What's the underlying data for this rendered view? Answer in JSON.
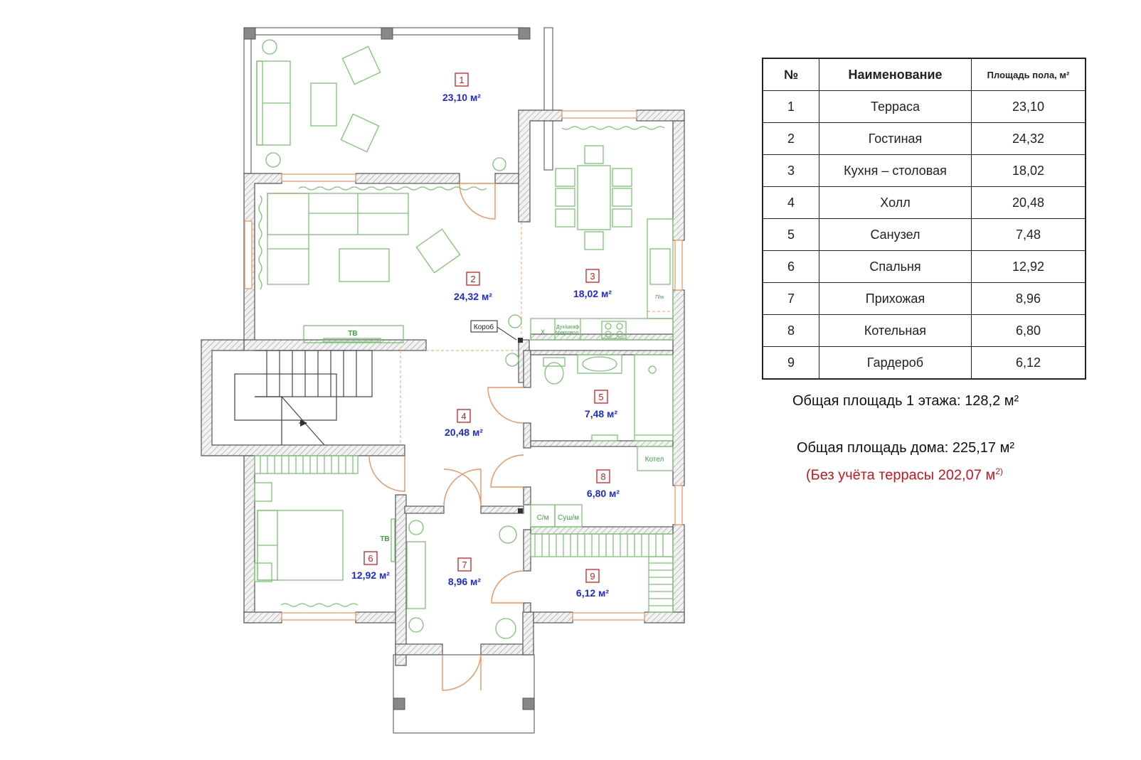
{
  "rooms": [
    {
      "number": "1",
      "area": "23,10 м²"
    },
    {
      "number": "2",
      "area": "24,32 м²"
    },
    {
      "number": "3",
      "area": "18,02 м²"
    },
    {
      "number": "4",
      "area": "20,48 м²"
    },
    {
      "number": "5",
      "area": "7,48 м²"
    },
    {
      "number": "6",
      "area": "12,92 м²"
    },
    {
      "number": "7",
      "area": "8,96 м²"
    },
    {
      "number": "8",
      "area": "6,80 м²"
    },
    {
      "number": "9",
      "area": "6,12 м²"
    }
  ],
  "plan_labels": {
    "tv_living": "ТВ",
    "tv_bedroom": "ТВ",
    "korob": "Короб",
    "kitchen_x": "Х",
    "kitchen_cabinet_line1": "Дух/шкаф",
    "kitchen_cabinet_line2": "Микровол.",
    "dishwasher": "П/м",
    "boiler": "Котел",
    "washer": "С/м",
    "dryer": "Суш/м"
  },
  "table": {
    "headers": [
      "№",
      "Наименование",
      "Площадь пола, м²"
    ],
    "rows": [
      [
        "1",
        "Терраса",
        "23,10"
      ],
      [
        "2",
        "Гостиная",
        "24,32"
      ],
      [
        "3",
        "Кухня – столовая",
        "18,02"
      ],
      [
        "4",
        "Холл",
        "20,48"
      ],
      [
        "5",
        "Санузел",
        "7,48"
      ],
      [
        "6",
        "Спальня",
        "12,92"
      ],
      [
        "7",
        "Прихожая",
        "8,96"
      ],
      [
        "8",
        "Котельная",
        "6,80"
      ],
      [
        "9",
        "Гардероб",
        "6,12"
      ]
    ]
  },
  "summary": {
    "floor1_label": "Общая площадь 1 этажа:",
    "floor1_value": "128,2 м²",
    "house_label": "Общая площадь дома:",
    "house_value": "225,17 м²",
    "no_terrace_label": "(Без учёта террасы",
    "no_terrace_value": "202,07 м",
    "no_terrace_sup": "2)"
  },
  "colors": {
    "walls": "#555555",
    "furniture": "#7bc472",
    "doors_windows": "#f0905a",
    "room_numbers": "#cc1f1f",
    "room_areas": "#1d2bd6",
    "summary_red": "#c8171d"
  }
}
